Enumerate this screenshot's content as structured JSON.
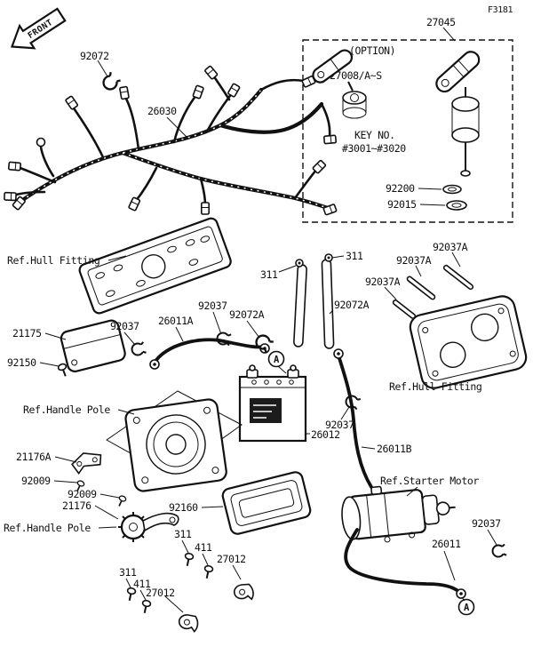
{
  "page": {
    "doc_code": "F3181",
    "front_label": "FRONT",
    "line_color": "#111111",
    "bg_color": "#ffffff"
  },
  "option_box": {
    "title": "(OPTION)",
    "part_27045": "27045",
    "part_27008": "27008/A~S",
    "key_no_line1": "KEY NO.",
    "key_no_line2": "#3001~#3020",
    "part_92200": "92200",
    "part_92015": "92015"
  },
  "markers": {
    "a1": "A",
    "a2": "A"
  },
  "callouts": [
    {
      "id": "92072",
      "text": "92072"
    },
    {
      "id": "26030",
      "text": "26030"
    },
    {
      "id": "ref-hull-fitting-left",
      "text": "Ref.Hull Fitting"
    },
    {
      "id": "311-mid-left",
      "text": "311"
    },
    {
      "id": "311-upper-right",
      "text": "311"
    },
    {
      "id": "92037A-top",
      "text": "92037A"
    },
    {
      "id": "92037A-mid",
      "text": "92037A"
    },
    {
      "id": "92037A-lower",
      "text": "92037A"
    },
    {
      "id": "92072A-right",
      "text": "92072A"
    },
    {
      "id": "21175",
      "text": "21175"
    },
    {
      "id": "92037-near-21175",
      "text": "92037"
    },
    {
      "id": "26011A",
      "text": "26011A"
    },
    {
      "id": "92037-on-cable-a",
      "text": "92037"
    },
    {
      "id": "92072A-center",
      "text": "92072A"
    },
    {
      "id": "92150",
      "text": "92150"
    },
    {
      "id": "ref-hull-fitting-right",
      "text": "Ref.Hull Fitting"
    },
    {
      "id": "ref-handle-pole-upper",
      "text": "Ref.Handle Pole"
    },
    {
      "id": "92037-on-cable-b",
      "text": "92037"
    },
    {
      "id": "26011B",
      "text": "26011B"
    },
    {
      "id": "26012",
      "text": "26012"
    },
    {
      "id": "21176A",
      "text": "21176A"
    },
    {
      "id": "92009-first",
      "text": "92009"
    },
    {
      "id": "ref-starter-motor",
      "text": "Ref.Starter Motor"
    },
    {
      "id": "92009-second",
      "text": "92009"
    },
    {
      "id": "21176",
      "text": "21176"
    },
    {
      "id": "92160",
      "text": "92160"
    },
    {
      "id": "ref-handle-pole-lower",
      "text": "Ref.Handle Pole"
    },
    {
      "id": "92037-bottom-right",
      "text": "92037"
    },
    {
      "id": "26011",
      "text": "26011"
    },
    {
      "id": "311-bottom-mid",
      "text": "311"
    },
    {
      "id": "411-bottom-mid",
      "text": "411"
    },
    {
      "id": "27012-bottom-mid",
      "text": "27012"
    },
    {
      "id": "311-bottom-left",
      "text": "311"
    },
    {
      "id": "411-bottom-left",
      "text": "411"
    },
    {
      "id": "27012-bottom-left",
      "text": "27012"
    }
  ]
}
